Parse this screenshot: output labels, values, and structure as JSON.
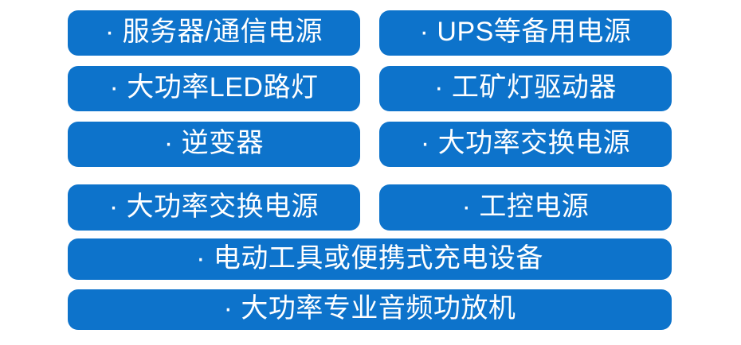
{
  "theme": {
    "background": "#ffffff",
    "pill_fill": "#0d73cb",
    "pill_text": "#ffffff"
  },
  "bullet": "·",
  "application_list": {
    "columns": 2,
    "left_column": [
      {
        "id": "server-comm-power",
        "label": "· 服务器/通信电源"
      },
      {
        "id": "high-power-led",
        "label": "· 大功率LED路灯"
      },
      {
        "id": "inverter",
        "label": "· 逆变器"
      },
      {
        "id": "ac-switching-power",
        "label": "· 大功率交换电源"
      }
    ],
    "right_column": [
      {
        "id": "ups-backup-power",
        "label": "· UPS等备用电源"
      },
      {
        "id": "highbay-led-driver",
        "label": "· 工矿灯驱动器"
      },
      {
        "id": "ac-switching-power-2",
        "label": "· 大功率交换电源"
      },
      {
        "id": "industrial-power",
        "label": "· 工控电源"
      }
    ],
    "full_width_rows": [
      {
        "id": "power-tools-portable-charger",
        "label": "· 电动工具或便携式充电设备"
      },
      {
        "id": "pro-audio-amplifier",
        "label": "· 大功率专业音频功放机"
      }
    ]
  }
}
